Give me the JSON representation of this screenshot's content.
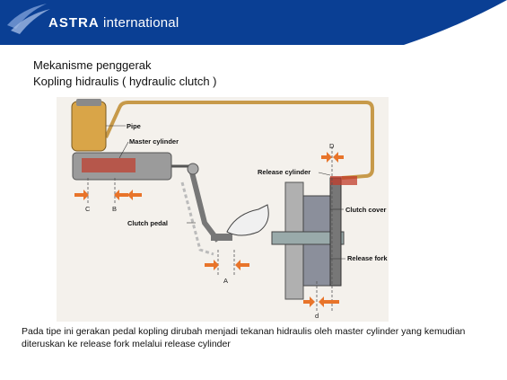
{
  "header": {
    "brand_bold": "ASTRA",
    "brand_light": "international"
  },
  "slide": {
    "title_line1": "Mekanisme penggerak",
    "title_line2": "Kopling hidraulis ( hydraulic clutch )",
    "caption": "Pada tipe ini gerakan pedal kopling dirubah menjadi tekanan hidraulis oleh master cylinder yang kemudian diteruskan ke release fork melalui release cylinder"
  },
  "diagram": {
    "labels": {
      "pipe": "Pipe",
      "master_cylinder": "Master cylinder",
      "clutch_pedal": "Clutch pedal",
      "release_cylinder": "Release cylinder",
      "clutch_cover": "Clutch cover",
      "release_fork": "Release fork",
      "c": "C",
      "b": "B",
      "a": "A",
      "d_upper": "D",
      "d_lower": "d"
    }
  },
  "colors": {
    "header_bg": "#0a3f94",
    "arrow": "#e8742a",
    "pipe": "#c79a4a",
    "reservoir": "#d9a548"
  }
}
